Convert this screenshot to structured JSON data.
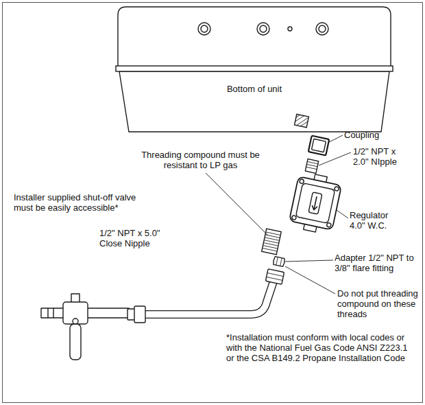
{
  "diagram": {
    "nodes": [
      {
        "text": [
          "Bottom of unit"
        ]
      }
    ],
    "labels": [
      "Coupling",
      "1/2\" NPT x 2.0\" NIpple",
      "Threading compound must be resistant to LP gas",
      "Regulator 4.0\" W.C.",
      "1/2\" NPT x 5.0\" Close Nipple",
      "Adapter 1/2\" NPT to 3/8\" flare fitting",
      "Do not put threading compound on these threads",
      "Installer supplied shut-off valve must be easily accessible*",
      "*Installation must conform with local codes or with the National Fuel Gas Code ANSI Z223.1 or the CSA B149.2 Propane Installation Code"
    ]
  }
}
